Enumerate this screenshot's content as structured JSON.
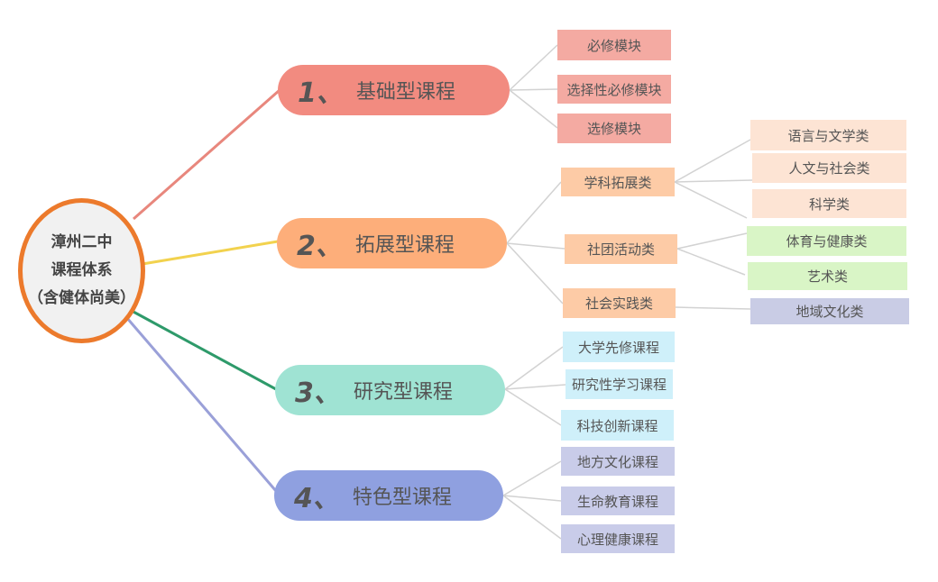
{
  "center": {
    "lines": [
      "漳州二中",
      "课程体系",
      "（含健体尚美）"
    ],
    "border_color": "#ec7a2c"
  },
  "branches": [
    {
      "num": "1、",
      "label": "基础型课程",
      "color": "#f28b80",
      "line_color": "#e8877d",
      "children": [
        {
          "label": "必修模块",
          "color": "#f4aaa2"
        },
        {
          "label": "选择性必修模块",
          "color": "#f4aaa2"
        },
        {
          "label": "选修模块",
          "color": "#f4aaa2"
        }
      ]
    },
    {
      "num": "2、",
      "label": "拓展型课程",
      "color": "#fdae7a",
      "line_color": "#f2d24e",
      "children": [
        {
          "label": "学科拓展类",
          "color": "#fdcba6",
          "children": [
            {
              "label": "语言与文学类",
              "color": "#fde4d4"
            },
            {
              "label": "人文与社会类",
              "color": "#fde4d4"
            },
            {
              "label": "科学类",
              "color": "#fde4d4"
            }
          ]
        },
        {
          "label": "社团活动类",
          "color": "#fdcba6",
          "children": [
            {
              "label": "体育与健康类",
              "color": "#d9f5c6"
            },
            {
              "label": "艺术类",
              "color": "#d9f5c6"
            }
          ]
        },
        {
          "label": "社会实践类",
          "color": "#fdcba6",
          "children": [
            {
              "label": "地域文化类",
              "color": "#c9cce5"
            }
          ]
        }
      ]
    },
    {
      "num": "3、",
      "label": "研究型课程",
      "color": "#9fe3d3",
      "line_color": "#2e9a6a",
      "children": [
        {
          "label": "大学先修课程",
          "color": "#cff0fa"
        },
        {
          "label": "研究性学习课程",
          "color": "#cff0fa"
        },
        {
          "label": "科技创新课程",
          "color": "#cff0fa"
        }
      ]
    },
    {
      "num": "4、",
      "label": "特色型课程",
      "color": "#8fa0e0",
      "line_color": "#9aa0d8",
      "children": [
        {
          "label": "地方文化课程",
          "color": "#c9cce9"
        },
        {
          "label": "生命教育课程",
          "color": "#c9cce9"
        },
        {
          "label": "心理健康课程",
          "color": "#c9cce9"
        }
      ]
    }
  ]
}
